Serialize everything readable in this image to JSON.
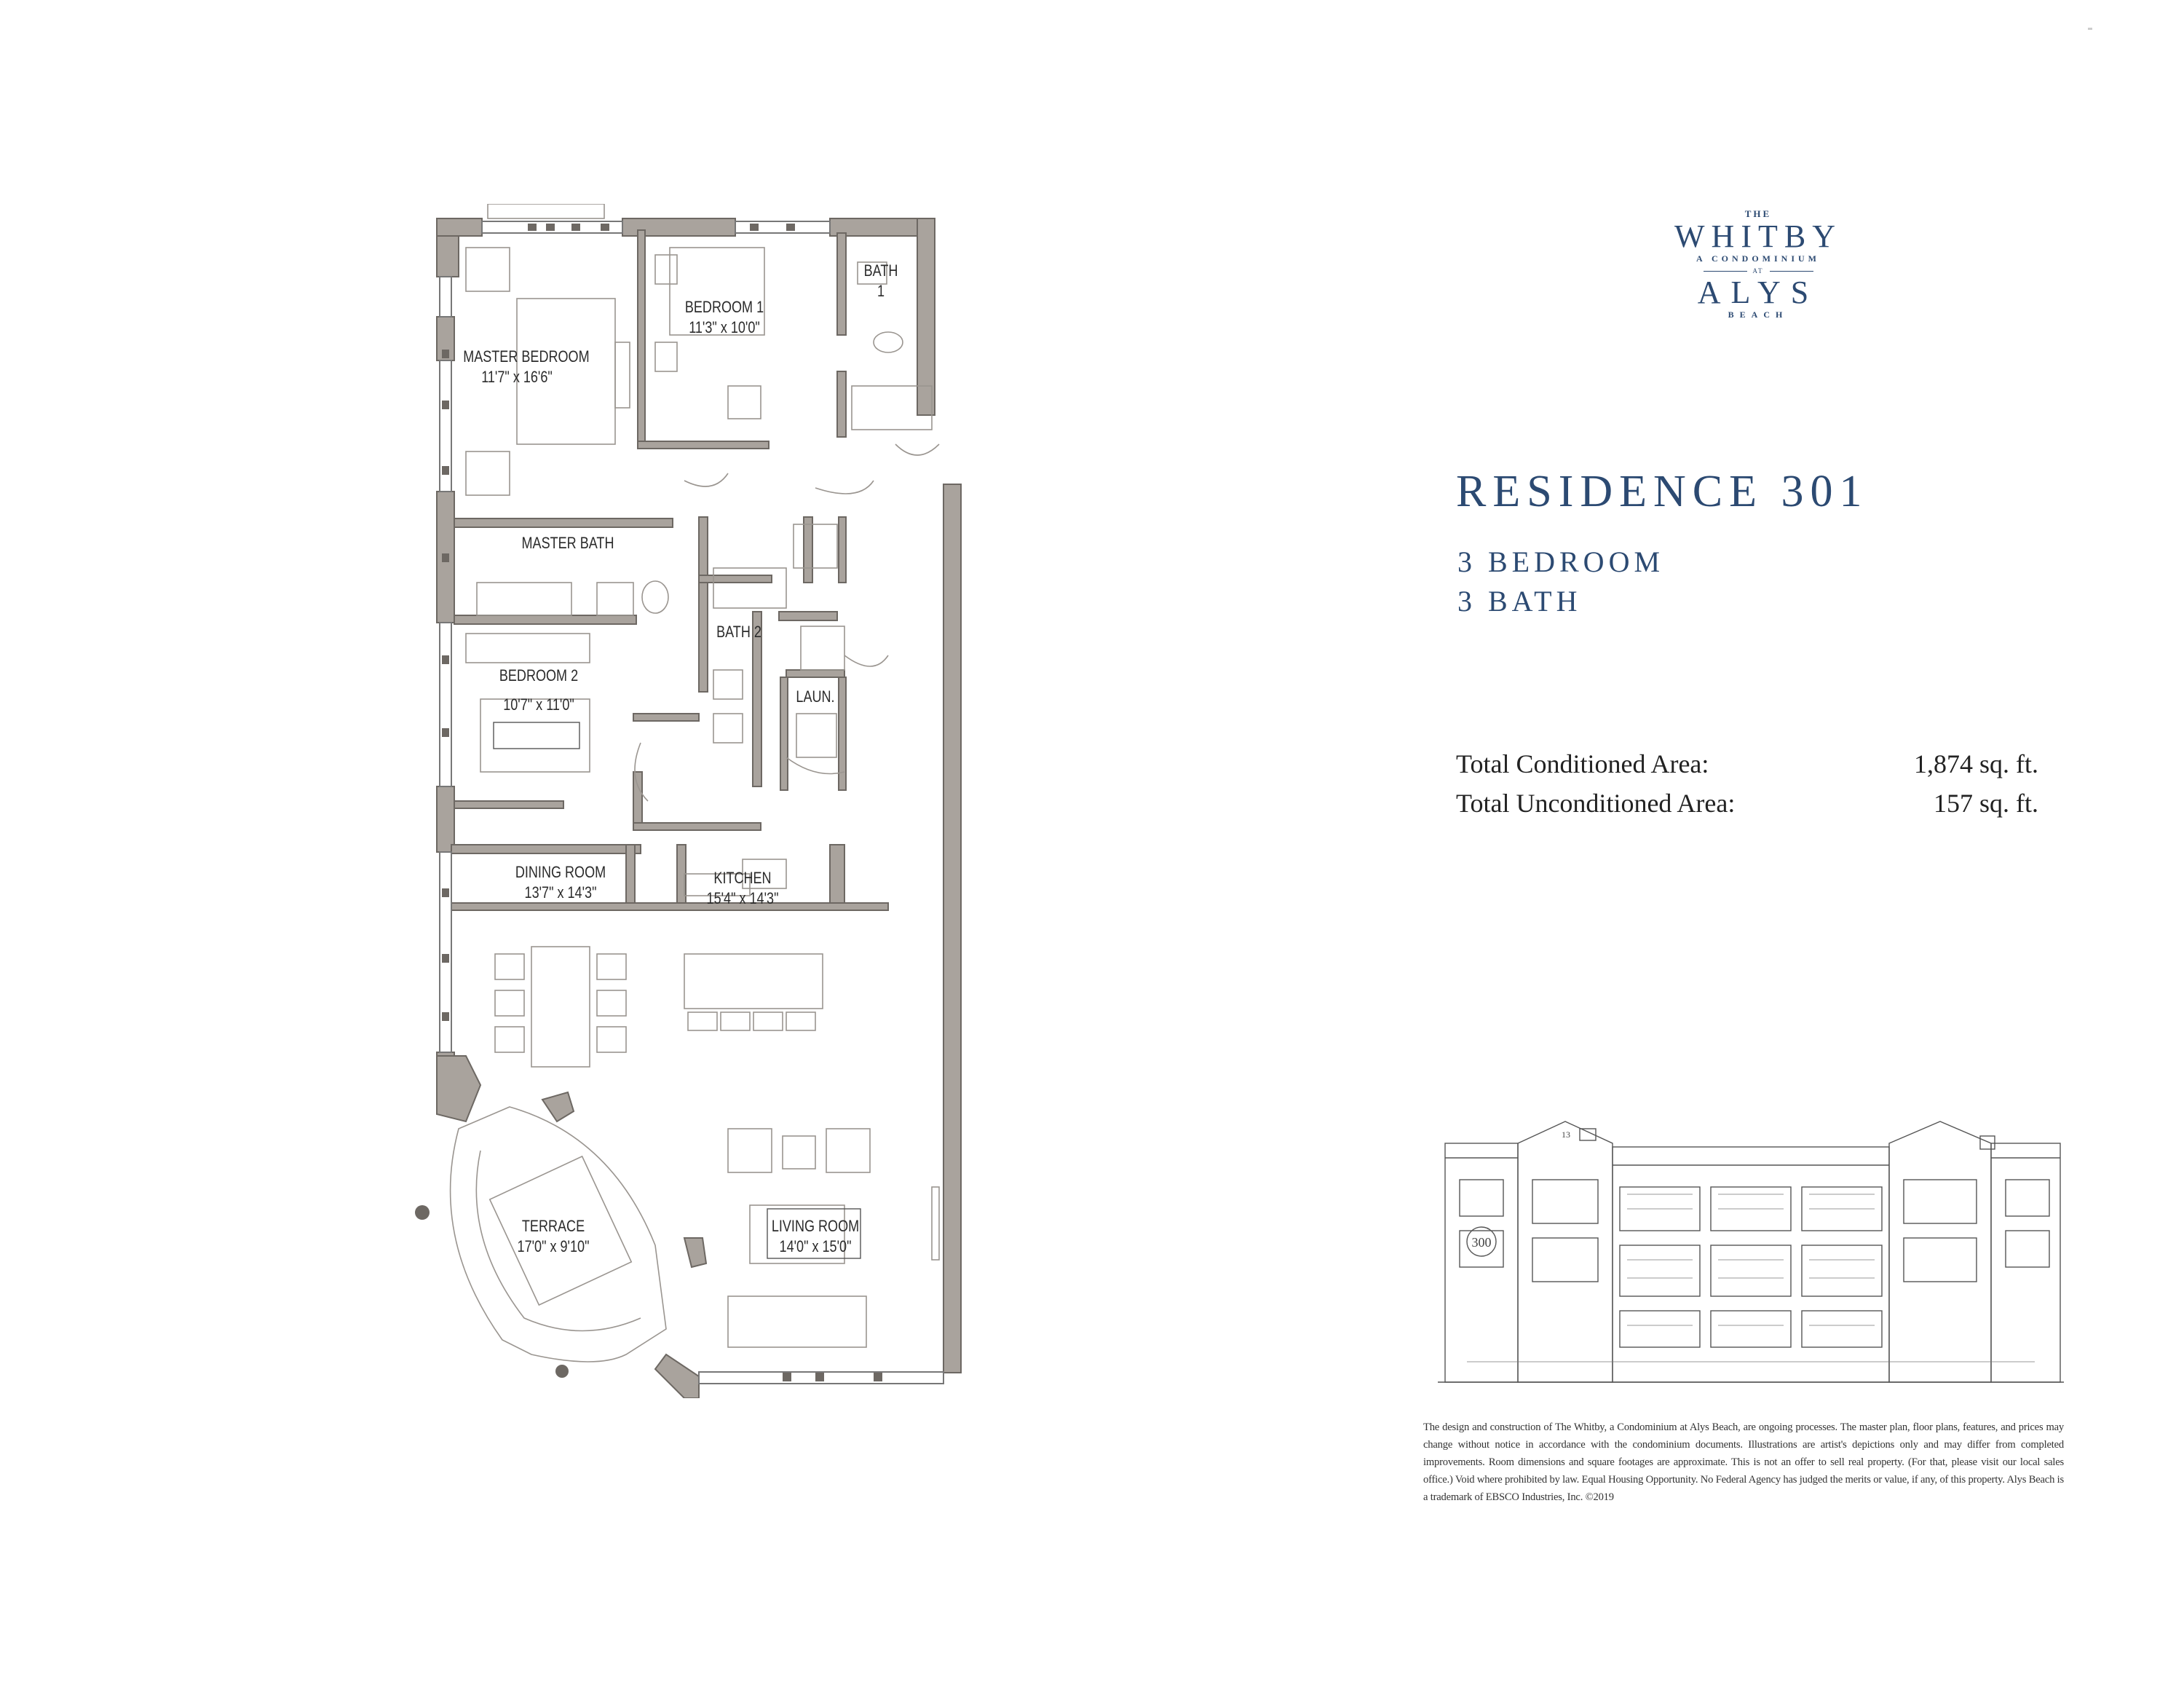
{
  "floorplan": {
    "rooms": [
      {
        "key": "master_bedroom",
        "name": "MASTER BEDROOM",
        "dims": "11'7\" x 16'6\""
      },
      {
        "key": "bedroom1",
        "name": "BEDROOM 1",
        "dims": "11'3\" x 10'0\""
      },
      {
        "key": "bath1",
        "name": "BATH",
        "extra": "1"
      },
      {
        "key": "master_bath",
        "name": "MASTER BATH"
      },
      {
        "key": "bath2",
        "name": "BATH 2"
      },
      {
        "key": "bedroom2",
        "name": "BEDROOM 2",
        "dims": "10'7\" x 11'0\""
      },
      {
        "key": "laundry",
        "name": "LAUN."
      },
      {
        "key": "dining",
        "name": "DINING ROOM",
        "dims": "13'7\" x 14'3\""
      },
      {
        "key": "kitchen",
        "name": "KITCHEN",
        "dims": "15'4\" x 14'3\""
      },
      {
        "key": "terrace",
        "name": "TERRACE",
        "dims": "17'0\" x 9'10\""
      },
      {
        "key": "living",
        "name": "LIVING ROOM",
        "dims": "14'0\" x 15'0\""
      }
    ]
  },
  "brand": {
    "the": "THE",
    "name": "WHITBY",
    "subtitle": "A CONDOMINIUM",
    "at": "AT",
    "place": "ALYS",
    "place2": "BEACH",
    "color": "#2c4a72"
  },
  "residence": {
    "title": "RESIDENCE 301",
    "bedrooms": "3 BEDROOM",
    "baths": "3 BATH"
  },
  "areas": [
    {
      "label": "Total Conditioned Area:",
      "value": "1,874 sq. ft."
    },
    {
      "label": "Total Unconditioned Area:",
      "value": "157 sq. ft."
    }
  ],
  "elevation": {
    "unit_label": "300",
    "number_label": "13"
  },
  "disclaimer": "The design and construction of The Whitby, a Condominium at Alys Beach, are ongoing processes. The master plan, floor plans, features, and prices may change without notice in accordance with the condominium documents. Illustrations are artist's depictions only and may differ from completed improvements. Room dimensions and square footages are approximate. This is not an offer to sell real property. (For that, please visit our local sales office.) Void where prohibited by law. Equal Housing Opportunity. No Federal Agency has judged the merits or value, if any, of this property. Alys Beach is a trademark of EBSCO Industries, Inc. ©2019"
}
